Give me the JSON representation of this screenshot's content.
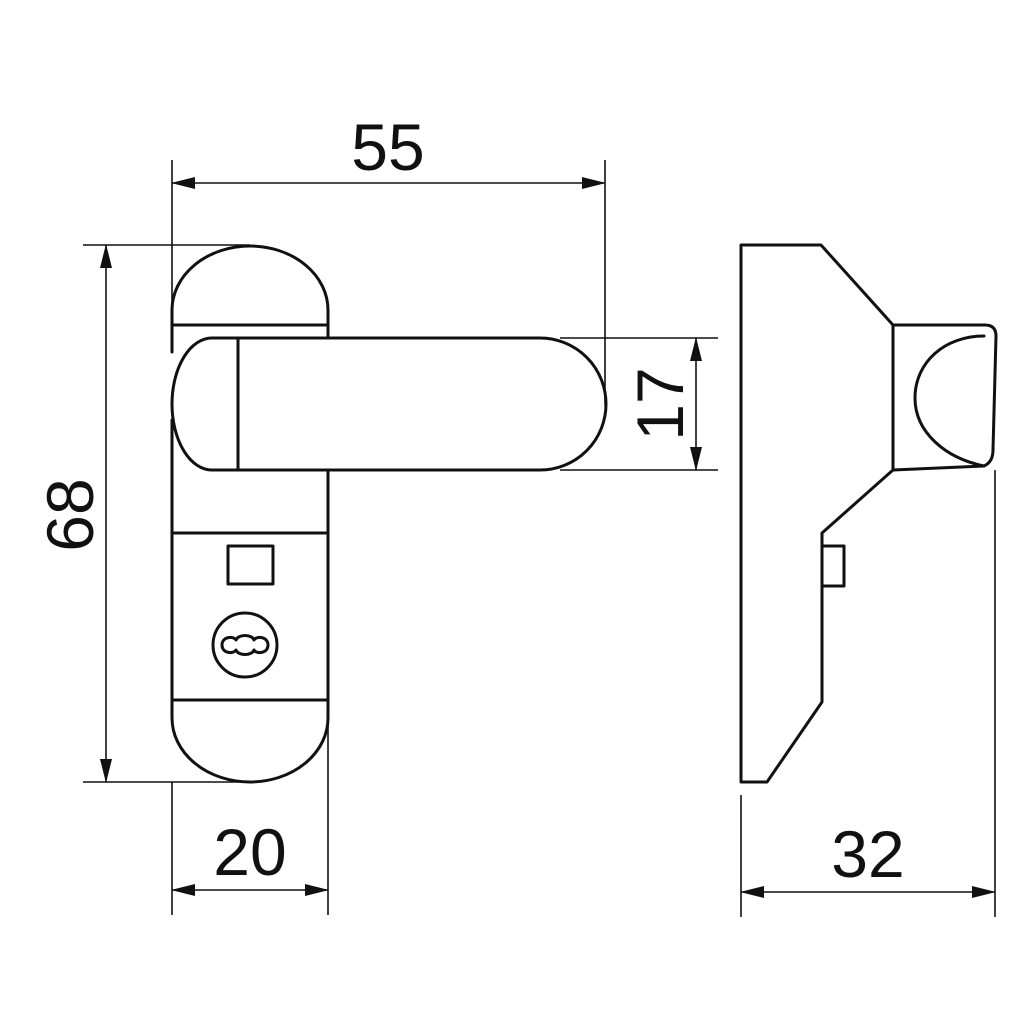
{
  "dimensions": {
    "width_top": "55",
    "height_left": "68",
    "handle_height": "17",
    "plate_width": "20",
    "depth": "32"
  },
  "colors": {
    "line": "#111111",
    "background": "#ffffff"
  }
}
